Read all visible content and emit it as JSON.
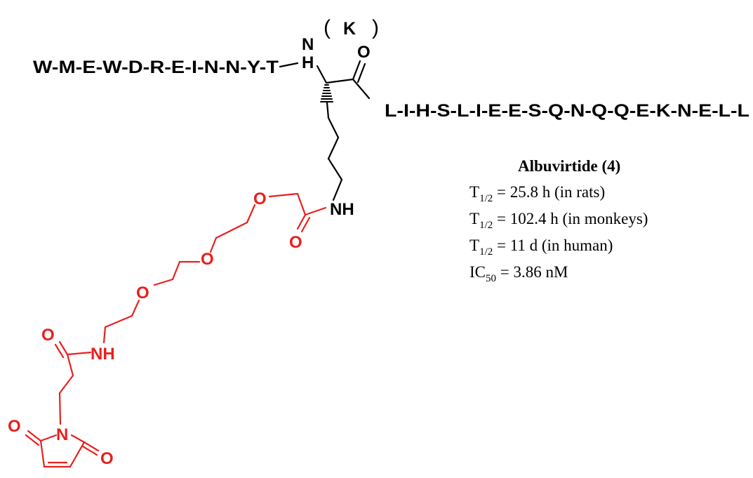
{
  "colors": {
    "black": "#000000",
    "linker": "#e8201e"
  },
  "peptide": {
    "n_terminal_sequence": "W-M-E-W-D-R-E-I-N-N-Y-T",
    "c_terminal_sequence": "L-I-H-S-L-I-E-E-S-Q-N-Q-Q-E-K-N-E-L-L",
    "residue_label": "K",
    "paren_open": "(",
    "paren_close": ")"
  },
  "atoms": {
    "backbone_n_top": "N",
    "backbone_n_bottom": "H",
    "carbonyl_o": "O",
    "lysine_nh": "NH",
    "linker_amide_o": "O",
    "ether_o_1": "O",
    "ether_o_2": "O",
    "ether_o_3": "O",
    "second_amide_o": "O",
    "second_amide_nh": "NH",
    "maleimide_o_left": "O",
    "maleimide_n": "N",
    "maleimide_o_right": "O"
  },
  "info": {
    "title": "Albuvirtide (4)",
    "lines": [
      {
        "prefix": "T",
        "sub": "1/2",
        "text": " = 25.8 h (in rats)"
      },
      {
        "prefix": "T",
        "sub": "1/2",
        "text": " = 102.4 h (in monkeys)"
      },
      {
        "prefix": "T",
        "sub": "1/2",
        "text": " = 11 d (in human)"
      },
      {
        "prefix": "IC",
        "sub": "50",
        "text": " = 3.86 nM"
      }
    ]
  }
}
